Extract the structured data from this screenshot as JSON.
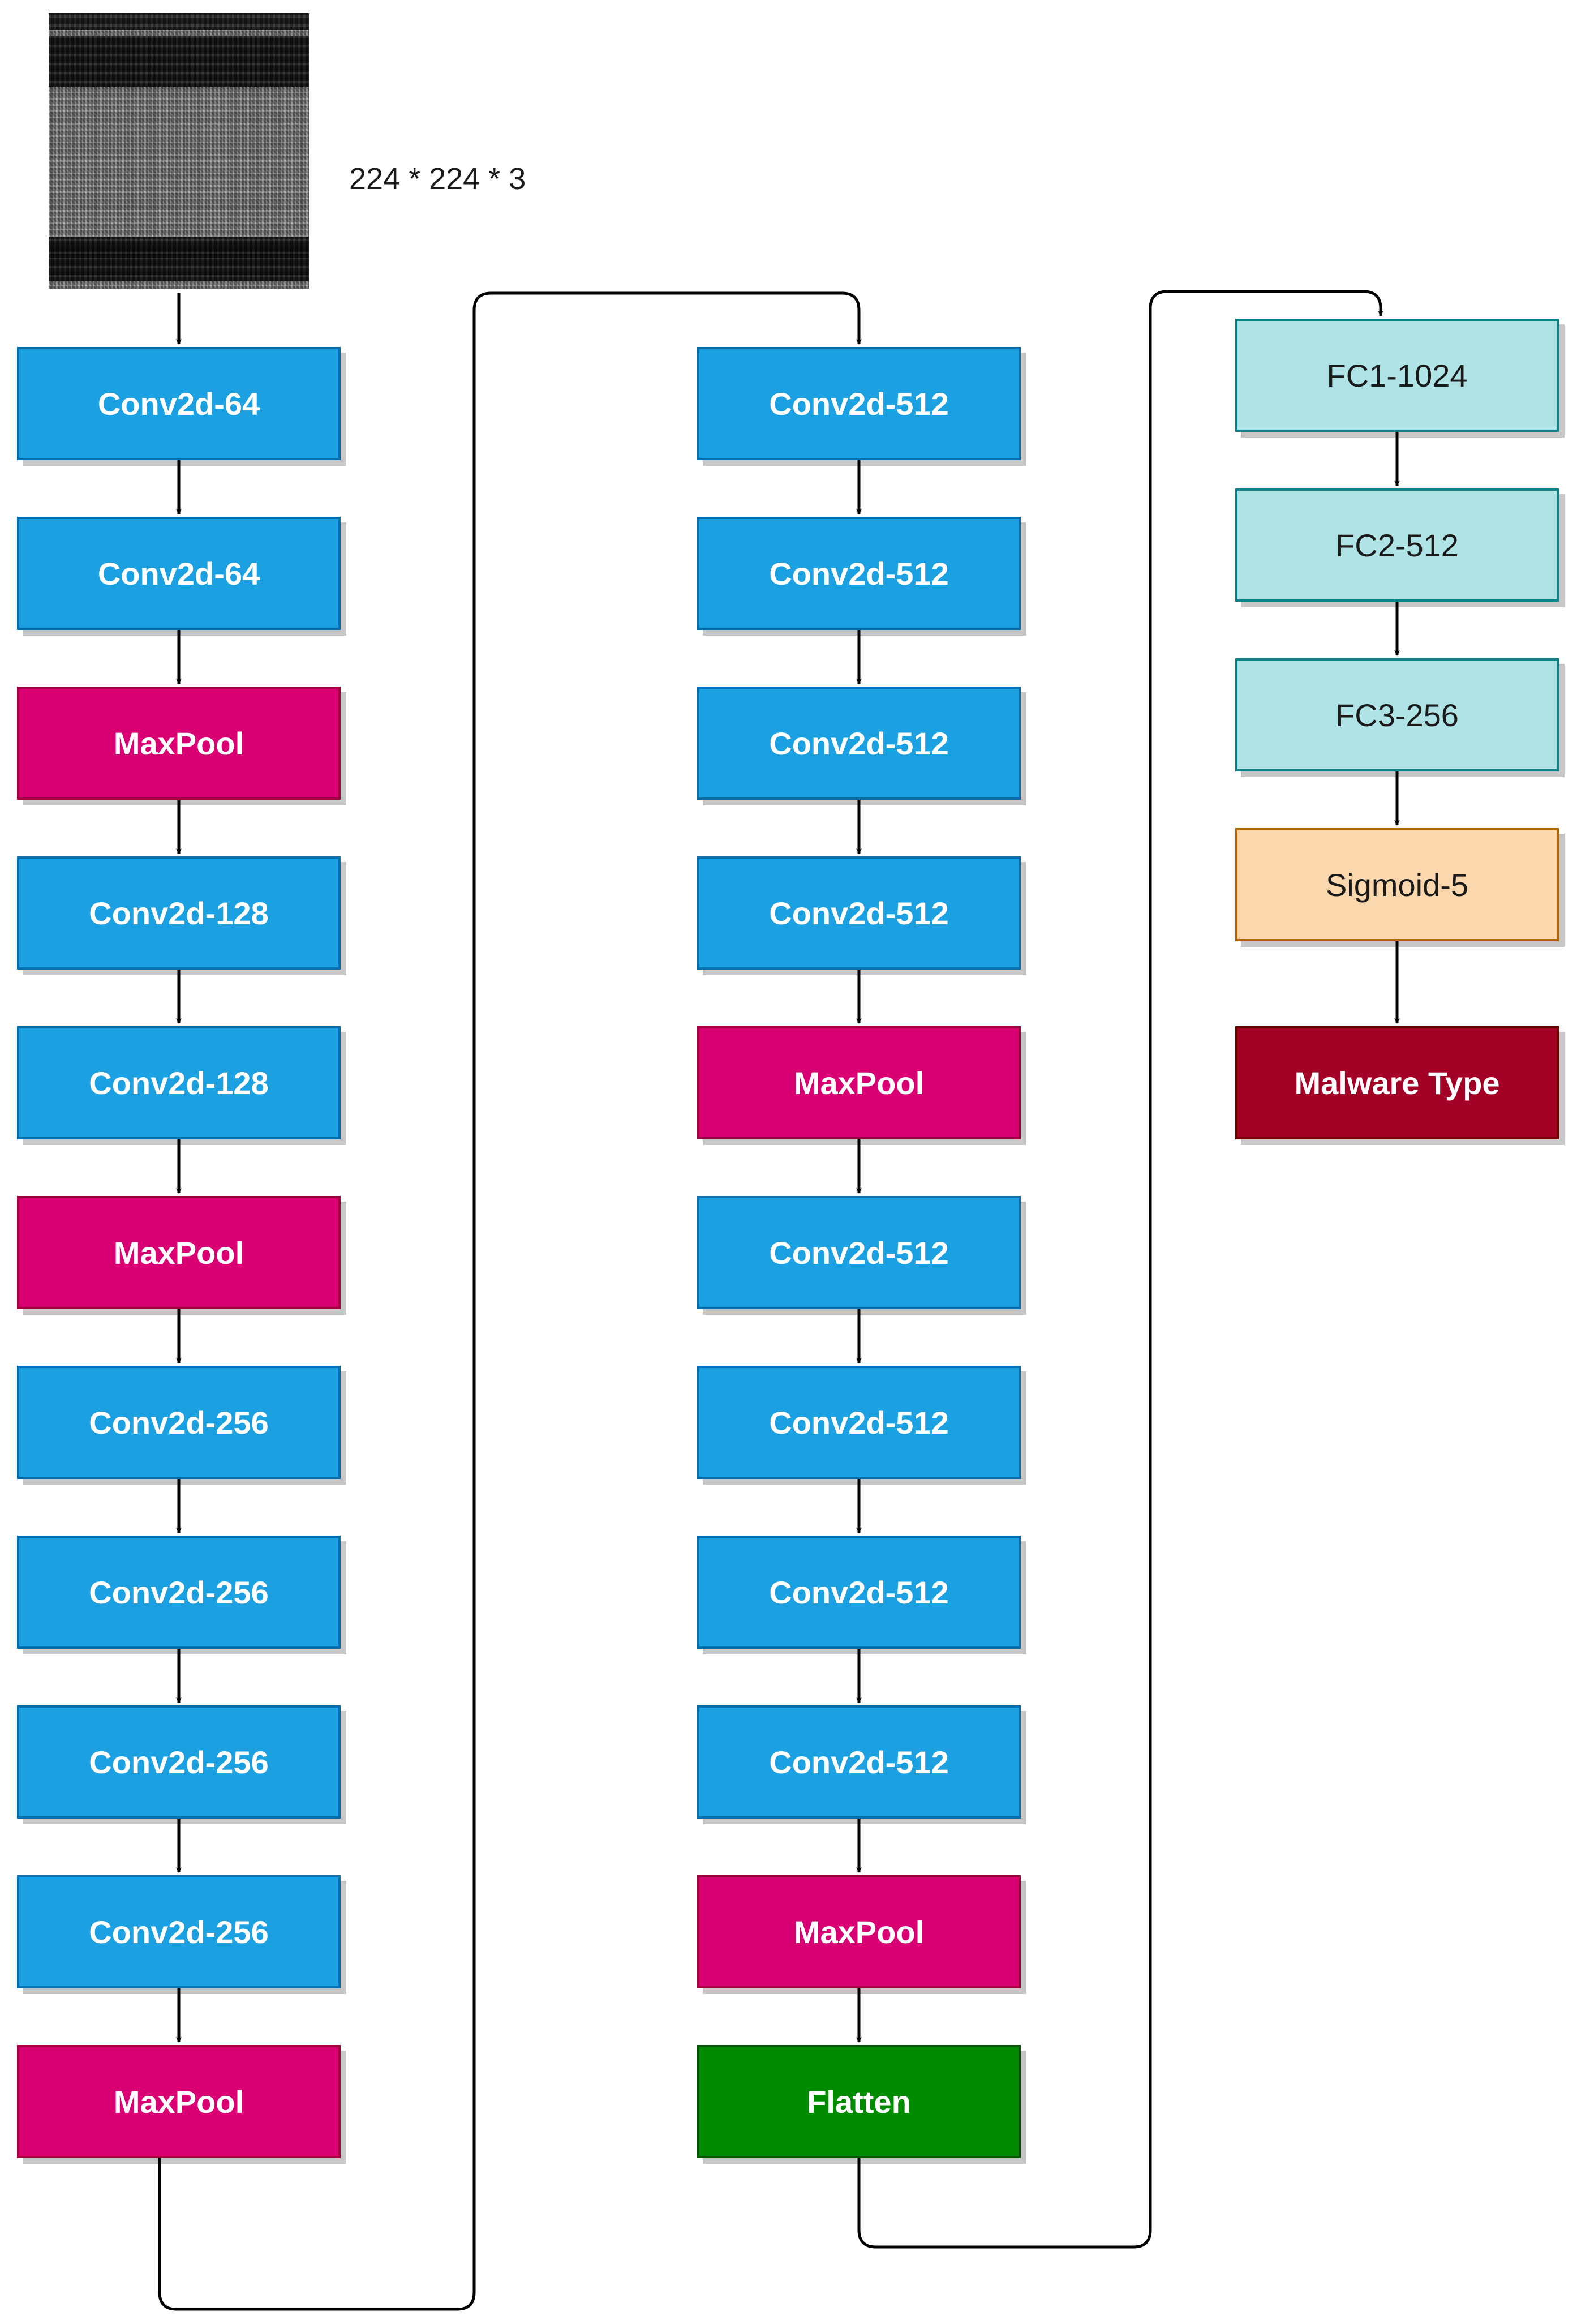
{
  "input": {
    "image_name": "malware-grayscale-image",
    "dimensions_label": "224 * 224 * 3"
  },
  "column1": [
    {
      "label": "Conv2d-64",
      "type": "conv"
    },
    {
      "label": "Conv2d-64",
      "type": "conv"
    },
    {
      "label": "MaxPool",
      "type": "pool"
    },
    {
      "label": "Conv2d-128",
      "type": "conv"
    },
    {
      "label": "Conv2d-128",
      "type": "conv"
    },
    {
      "label": "MaxPool",
      "type": "pool"
    },
    {
      "label": "Conv2d-256",
      "type": "conv"
    },
    {
      "label": "Conv2d-256",
      "type": "conv"
    },
    {
      "label": "Conv2d-256",
      "type": "conv"
    },
    {
      "label": "Conv2d-256",
      "type": "conv"
    },
    {
      "label": "MaxPool",
      "type": "pool"
    }
  ],
  "column2": [
    {
      "label": "Conv2d-512",
      "type": "conv"
    },
    {
      "label": "Conv2d-512",
      "type": "conv"
    },
    {
      "label": "Conv2d-512",
      "type": "conv"
    },
    {
      "label": "Conv2d-512",
      "type": "conv"
    },
    {
      "label": "MaxPool",
      "type": "pool"
    },
    {
      "label": "Conv2d-512",
      "type": "conv"
    },
    {
      "label": "Conv2d-512",
      "type": "conv"
    },
    {
      "label": "Conv2d-512",
      "type": "conv"
    },
    {
      "label": "Conv2d-512",
      "type": "conv"
    },
    {
      "label": "MaxPool",
      "type": "pool"
    },
    {
      "label": "Flatten",
      "type": "flatten"
    }
  ],
  "column3": [
    {
      "label": "FC1-1024",
      "type": "fc"
    },
    {
      "label": "FC2-512",
      "type": "fc"
    },
    {
      "label": "FC3-256",
      "type": "fc"
    },
    {
      "label": "Sigmoid-5",
      "type": "sigmoid"
    },
    {
      "label": "Malware Type",
      "type": "output"
    }
  ],
  "colors": {
    "conv_fill": "#1ba1e2",
    "pool_fill": "#d80073",
    "flatten_fill": "#008a00",
    "fc_fill": "#b0e3e6",
    "sigmoid_fill": "#fad7ac",
    "output_fill": "#a20025",
    "connector": "#000000"
  }
}
